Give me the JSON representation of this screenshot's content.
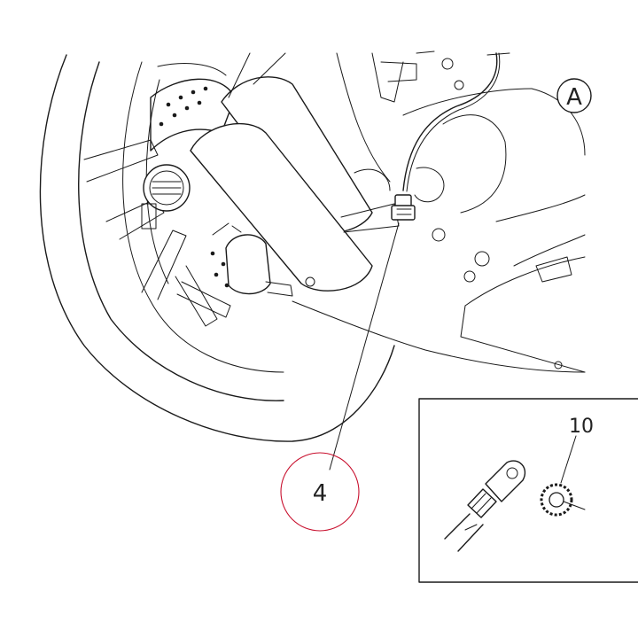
{
  "callouts": {
    "main_part_number": "4",
    "view_marker": "A",
    "inset_part_number": "10"
  },
  "colors": {
    "line": "#1a1a1a",
    "highlight_circle": "#c8102e",
    "background": "#ffffff"
  }
}
